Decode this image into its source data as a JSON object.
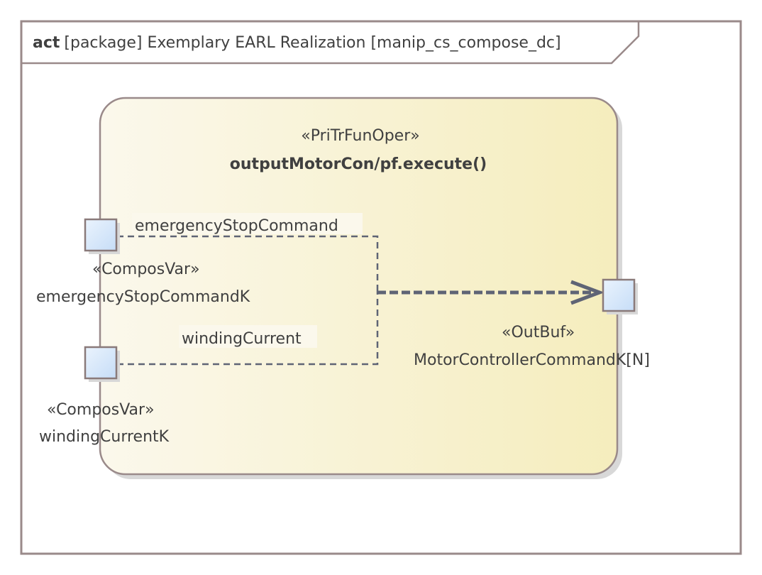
{
  "frame": {
    "keyword": "act",
    "heading": "[package] Exemplary EARL Realization [manip_cs_compose_dc]"
  },
  "action": {
    "stereotype": "«PriTrFunOper»",
    "name": "outputMotorCon/pf.execute()"
  },
  "pins": {
    "input1": {
      "stereotype": "«ComposVar»",
      "name": "emergencyStopCommandK",
      "flow_label": "emergencyStopCommand"
    },
    "input2": {
      "stereotype": "«ComposVar»",
      "name": "windingCurrentK",
      "flow_label": "windingCurrent"
    },
    "output": {
      "stereotype": "«OutBuf»",
      "name": "MotorControllerCommandK[N]"
    }
  },
  "colors": {
    "frame_border": "#9a8a8a",
    "action_fill_left": "#fbf8ec",
    "action_fill_right": "#f5edbd",
    "action_border": "#9a8a8a",
    "pin_fill": "#d4e6fa",
    "pin_border": "#8a7a7a",
    "flow_line": "#5f6475"
  }
}
